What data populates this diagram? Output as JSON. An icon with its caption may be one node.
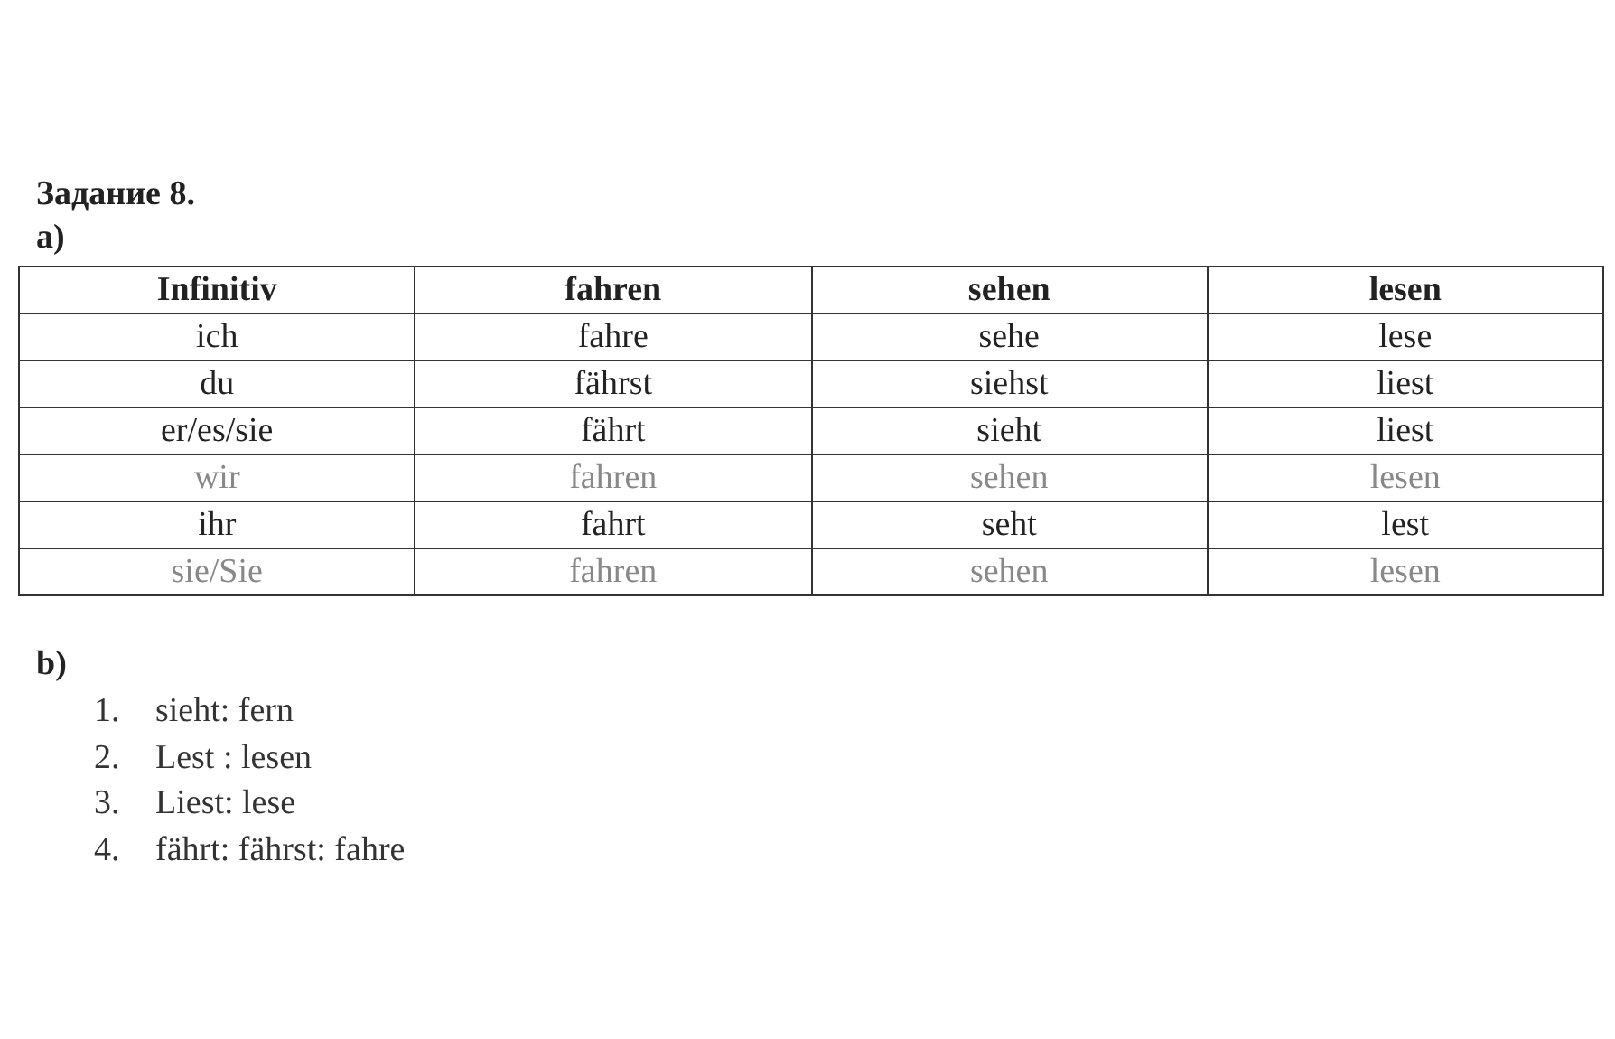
{
  "diagram": {
    "title": "Задание 8.",
    "labels": [
      "а)",
      "Infinitiv",
      "fahren",
      "sehen",
      "lesen",
      "ich",
      "fahre",
      "sehe",
      "lese",
      "du",
      "fährst",
      "siehst",
      "liest",
      "er/es/sie",
      "fährt",
      "sieht",
      "liest",
      "wir",
      "fahren",
      "sehen",
      "lesen",
      "ihr",
      "fahrt",
      "seht",
      "lest",
      "sie/Sie",
      "fahren",
      "sehen",
      "lesen",
      "b)",
      "1.",
      "sieht: fern",
      "2.",
      "Lest : lesen",
      "3.",
      "Liest: lese",
      "4.",
      "fährt: fährst: fahre"
    ]
  }
}
